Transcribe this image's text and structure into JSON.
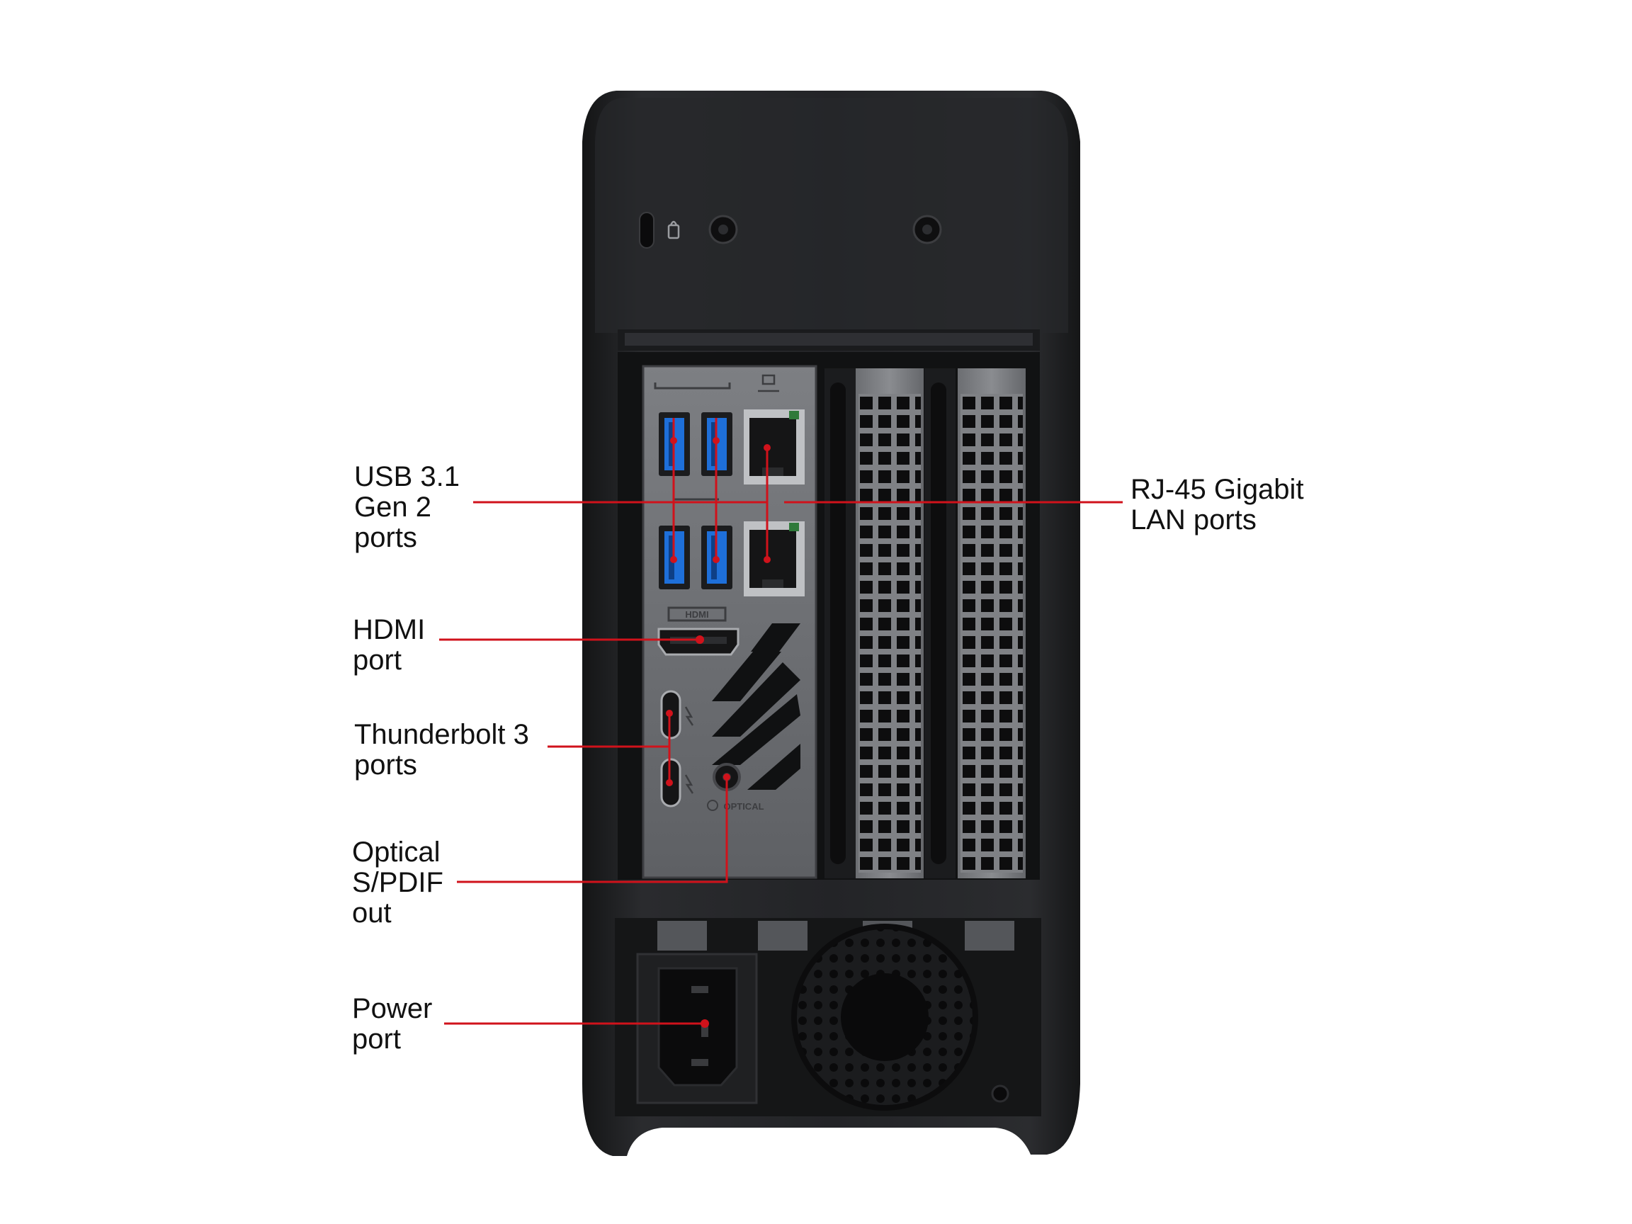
{
  "callouts": {
    "usb": {
      "lines": [
        "USB 3.1",
        "Gen 2",
        "ports"
      ]
    },
    "hdmi": {
      "lines": [
        "HDMI",
        "port"
      ]
    },
    "thunderbolt": {
      "lines": [
        "Thunderbolt 3",
        "ports"
      ]
    },
    "optical": {
      "lines": [
        "Optical",
        "S/PDIF",
        "out"
      ]
    },
    "power": {
      "lines": [
        "Power",
        "port"
      ]
    },
    "rj45": {
      "lines": [
        "RJ-45 Gigabit",
        "LAN ports"
      ]
    }
  },
  "port_markings": {
    "hdmi": "HDMI",
    "optical": "OPTICAL"
  },
  "colors": {
    "leader_line": "#d0121b",
    "chassis": "#202124",
    "io_plate": "#6b6d71",
    "usb_blue": "#1e6fd9",
    "label_text": "#111111"
  },
  "icons": [
    "kensington-lock-icon",
    "usb-icon",
    "network-icon",
    "thunderbolt-icon"
  ]
}
